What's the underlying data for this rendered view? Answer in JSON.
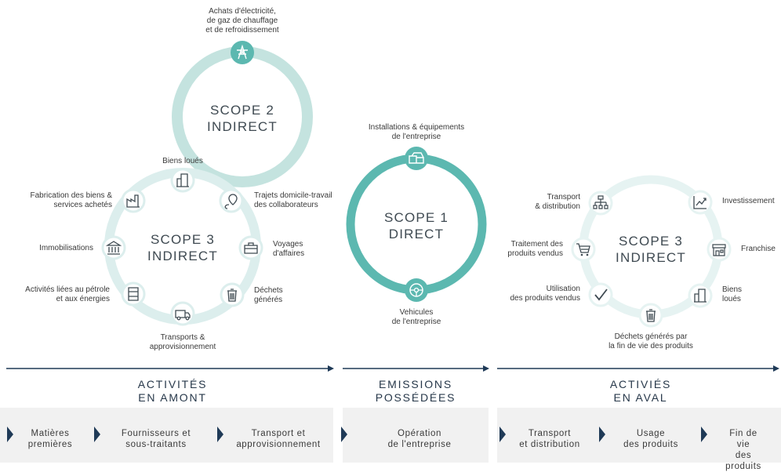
{
  "scopes": {
    "scope2": {
      "title": "SCOPE 2\nINDIRECT",
      "items": {
        "electricity": "Achats d'électricité,\nde gaz de chauffage\net de refroidissement"
      }
    },
    "scope3_upstream": {
      "title": "SCOPE 3\nINDIRECT",
      "items": {
        "leased_assets": "Biens loués",
        "business_travel_commute": "Trajets domicile-travail\ndes collaborateurs",
        "business_trips": "Voyages\nd'affaires",
        "waste": "Déchets\ngénérés",
        "transport_supply": "Transports &\napprovisionnement",
        "fuel_energy": "Activités liées au pétrole\net aux énergies",
        "capital_goods": "Immobilisations",
        "purchased_goods": "Fabrication des biens &\nservices achetés"
      }
    },
    "scope1": {
      "title": "SCOPE 1\nDIRECT",
      "items": {
        "installations": "Installations & équipements\nde l'entreprise",
        "vehicles": "Vehicules\nde l'entreprise"
      }
    },
    "scope3_downstream": {
      "title": "SCOPE 3\nINDIRECT",
      "items": {
        "transport_distribution": "Transport\n& distribution",
        "investments": "Investissement",
        "franchise": "Franchise",
        "leased_assets": "Biens\nloués",
        "end_of_life": "Déchets générés par\nla fin de vie des produits",
        "use_of_products": "Utilisation\ndes produits vendus",
        "processing": "Traitement des\nproduits vendus"
      }
    }
  },
  "sections": {
    "upstream": "ACTIVITÉS\nEN AMONT",
    "owned": "EMISSIONS\nPOSSÉDÉES",
    "downstream": "ACTIVIÉS\nEN AVAL"
  },
  "flow": {
    "upstream": [
      "Matières\npremières",
      "Fournisseurs et\nsous-traitants",
      "Transport et\napprovisionnement"
    ],
    "owned": [
      "Opération\nde l'entreprise"
    ],
    "downstream": [
      "Transport\net distribution",
      "Usage\ndes produits",
      "Fin de vie\ndes produits"
    ]
  },
  "colors": {
    "scope1_ring": "#5cb8b0",
    "scope2_ring": "#c4e3df",
    "scope3_ring": "#dceeed",
    "icon_circle": "#ffffff",
    "icon": "#3f4a52",
    "arrow": "#1f3a57",
    "text": "#3a3a3a",
    "flow_bg": "#f1f1f1"
  },
  "icons": {
    "electricity": "power-pylon-icon",
    "leased_assets": "buildings-icon",
    "commute": "map-pin-route-icon",
    "business_trips": "briefcase-icon",
    "waste": "trash-icon",
    "transport": "truck-icon",
    "fuel": "fuel-barrel-icon",
    "capital_goods": "bank-building-icon",
    "purchased_goods": "factory-icon",
    "installations": "boxes-icon",
    "vehicles": "steering-wheel-icon",
    "distribution": "network-icon",
    "investments": "growth-chart-icon",
    "franchise": "storefront-icon",
    "use": "checkmark-icon",
    "processing": "shopping-cart-icon"
  }
}
